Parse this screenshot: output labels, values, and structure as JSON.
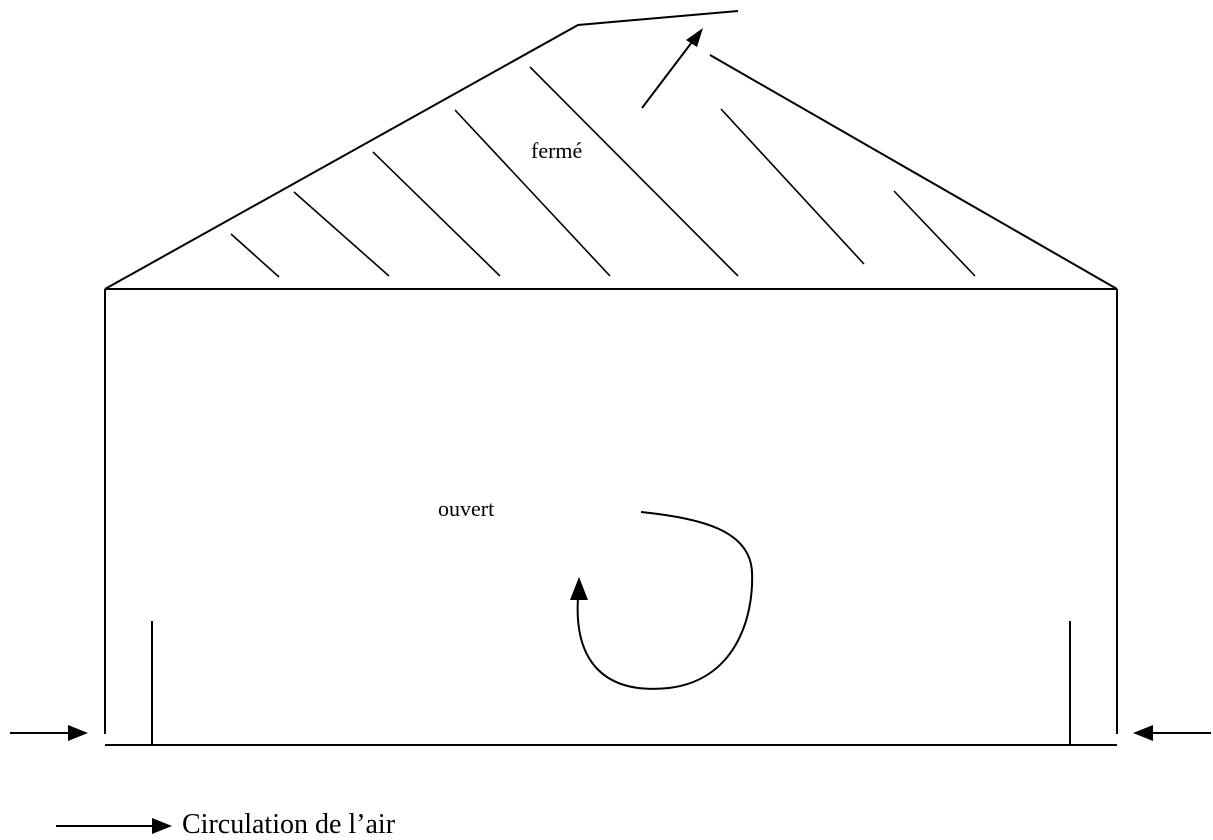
{
  "diagram": {
    "zones": {
      "upper_label": "fermé",
      "lower_label": "ouvert"
    },
    "legend": {
      "arrow_icon": "right-arrow-icon",
      "text": "Circulation de l’air"
    },
    "colors": {
      "ink": "#000000",
      "background": "#ffffff"
    }
  }
}
